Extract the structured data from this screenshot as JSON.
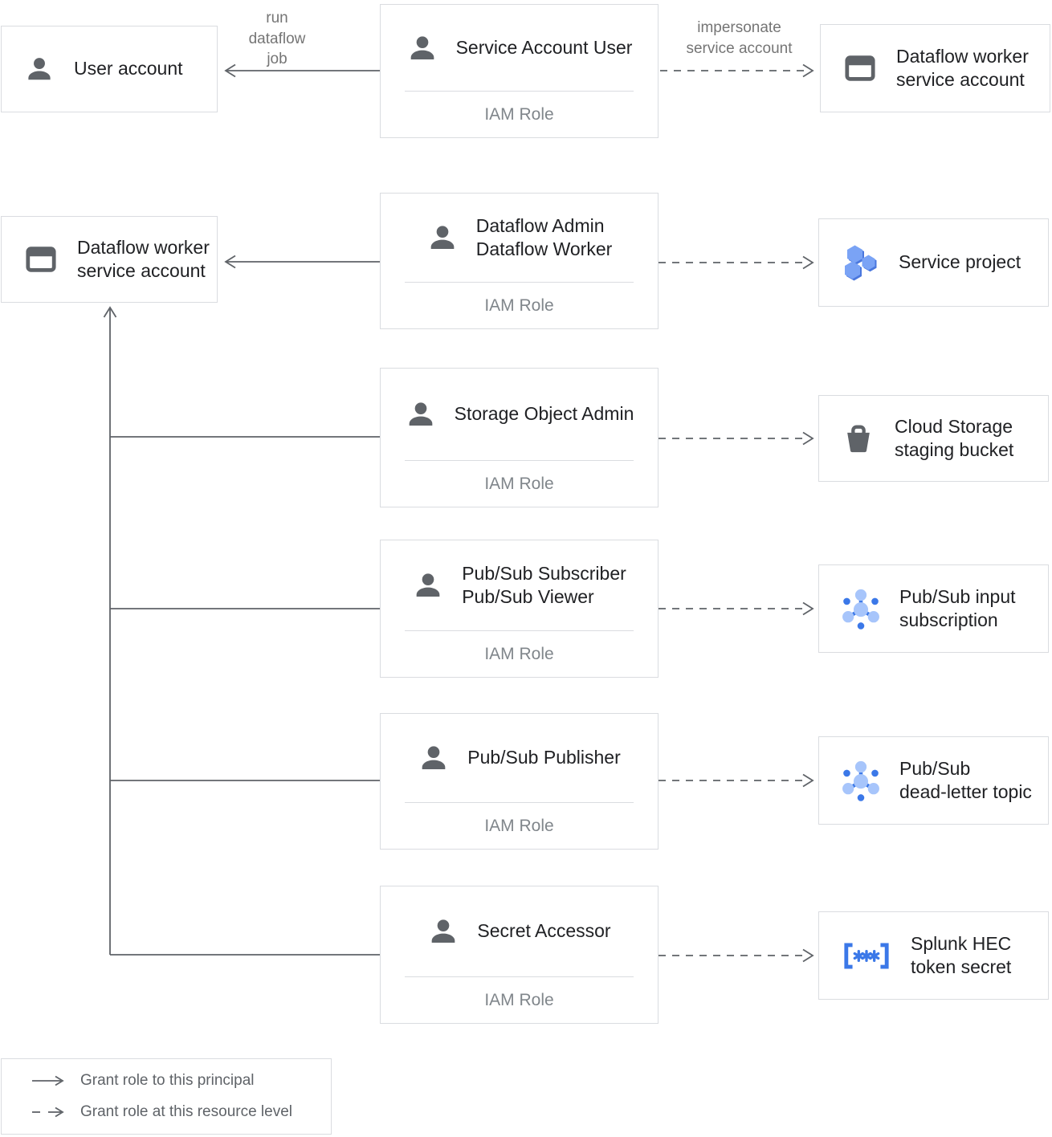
{
  "edge_labels": {
    "run_dataflow_job": "run\ndataflow\njob",
    "impersonate_service_account": "impersonate\nservice account"
  },
  "left_column": {
    "user_account": "User account",
    "dataflow_worker_service_account": "Dataflow worker\nservice account"
  },
  "role_boxes": [
    {
      "title": "Service Account User",
      "sublabel": "IAM Role"
    },
    {
      "title": "Dataflow Admin\nDataflow Worker",
      "sublabel": "IAM Role"
    },
    {
      "title": "Storage Object Admin",
      "sublabel": "IAM Role"
    },
    {
      "title": "Pub/Sub Subscriber\nPub/Sub Viewer",
      "sublabel": "IAM Role"
    },
    {
      "title": "Pub/Sub Publisher",
      "sublabel": "IAM Role"
    },
    {
      "title": "Secret Accessor",
      "sublabel": "IAM Role"
    }
  ],
  "resource_boxes": [
    {
      "label": "Dataflow worker\nservice account",
      "icon": "service-account-icon"
    },
    {
      "label": "Service project",
      "icon": "project-icon"
    },
    {
      "label": "Cloud Storage\nstaging bucket",
      "icon": "storage-bucket-icon"
    },
    {
      "label": "Pub/Sub input\nsubscription",
      "icon": "pubsub-icon"
    },
    {
      "label": "Pub/Sub\ndead-letter topic",
      "icon": "pubsub-icon"
    },
    {
      "label": "Splunk HEC\ntoken secret",
      "icon": "secret-icon"
    }
  ],
  "legend": {
    "solid_arrow_label": "Grant role to this principal",
    "dashed_arrow_label": "Grant role at this resource level"
  },
  "colors": {
    "line": "#5f6368",
    "box_border": "#dadce0",
    "text_primary": "#202124",
    "text_secondary": "#80868b",
    "edge_label_text": "#757575",
    "icon_gray": "#5f6368",
    "icon_blue": "#3b78e8",
    "icon_light_blue": "#a7c5fb",
    "hexagon_face": "#7aa3f5",
    "hexagon_shadow": "#4a77dd"
  }
}
